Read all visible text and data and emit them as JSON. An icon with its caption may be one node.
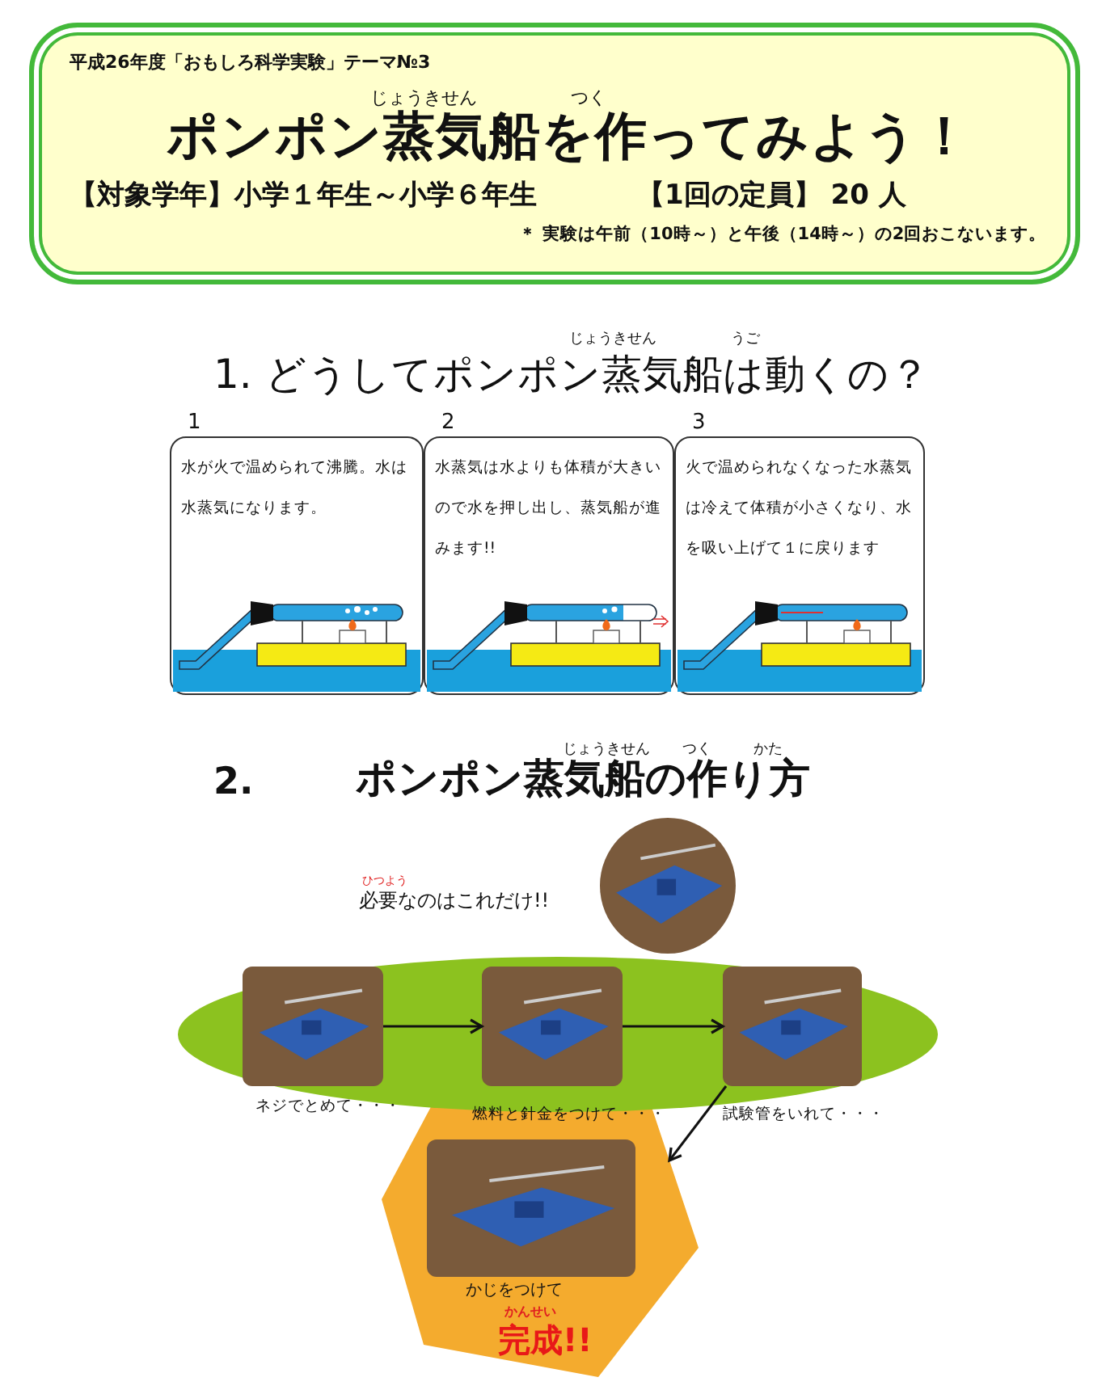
{
  "diagram": {
    "nodes": [
      {
        "text": [
          "平成26年度「おもしろ科学実験」テーマ№3",
          "じょうきせん",
          "つく",
          "ポンポン蒸気船を作ってみよう！",
          "【対象学年】小学１年生～小学６年生",
          "【1回の定員】 20 人",
          "＊ 実験は午前（10時～）と午後（14時～）の2回おこないます。"
        ]
      },
      {
        "text": [
          "水が火で温められて沸騰。水は水蒸気になります。"
        ],
        "beside": [
          "1"
        ]
      },
      {
        "text": [
          "水蒸気は水よりも体積が大きいので水を押し出し、蒸気船が進みます!!"
        ],
        "beside": [
          "2"
        ]
      },
      {
        "text": [
          "火で温められなくなった水蒸気は冷えて体積が小さくなり、水を吸い上げて１に戻ります"
        ],
        "beside": [
          "3"
        ]
      },
      {
        "text": [],
        "shape": "picture"
      },
      {
        "text": [],
        "shape": "ellipse"
      },
      {
        "text": [],
        "shape": "picture",
        "in": 5,
        "beside": [
          "ネジでとめて・・・"
        ]
      },
      {
        "text": [],
        "shape": "picture",
        "in": 5,
        "beside": [
          "燃料と針金をつけて・・・"
        ]
      },
      {
        "text": [],
        "shape": "picture",
        "in": 5,
        "beside": [
          "試験管をいれて・・・"
        ]
      },
      {
        "text": [
          "かじをつけて",
          "かんせい",
          "完成!!"
        ]
      },
      {
        "text": [],
        "shape": "picture",
        "in": 9
      }
    ],
    "edges": [
      {
        "from": 6,
        "to": 7,
        "arrow": "to"
      },
      {
        "from": 7,
        "to": 8,
        "arrow": "to"
      },
      {
        "from": 8,
        "to": 9,
        "arrow": "to"
      }
    ],
    "labels": [
      "じょうきせん",
      "うご",
      "1. どうしてポンポン蒸気船は動くの？",
      "2.",
      "じょうきせん",
      "つく",
      "かた",
      "ポンポン蒸気船の作り方",
      "ひつよう",
      "必要なのはこれだけ!!"
    ]
  }
}
